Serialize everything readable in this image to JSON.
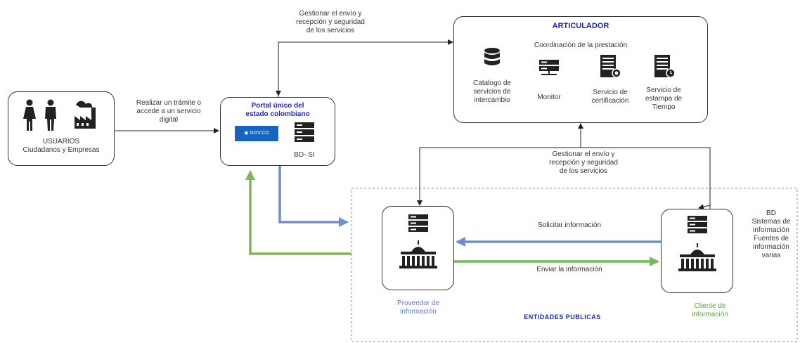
{
  "usuarios": {
    "title": "USUARIOS",
    "subtitle": "Ciudadanos y Empresas"
  },
  "edge_usuarios_portal": {
    "lines": [
      "Realizar un trámite o",
      "accede a un servicio",
      "digital"
    ]
  },
  "portal": {
    "title_lines": [
      "Portal único del",
      "estado colombiano"
    ],
    "gov_label": "GOV.CO",
    "db_label": "BD- SI"
  },
  "edge_portal_articulador": {
    "lines": [
      "Gestionar el envío y",
      "recepción y seguridad",
      "de los servicios"
    ]
  },
  "articulador": {
    "title": "ARTICULADOR",
    "subtitle": "Coordinación  de la prestación",
    "services": [
      {
        "lines": [
          "Catalogo de",
          "servicios de",
          "intercambio"
        ],
        "icon": "database-icon"
      },
      {
        "lines": [
          "Monitor"
        ],
        "icon": "server-icon"
      },
      {
        "lines": [
          "Servicio de",
          "certificación"
        ],
        "icon": "certificate-server-icon"
      },
      {
        "lines": [
          "Servicio de",
          "estampa de",
          "Tiempo"
        ],
        "icon": "timestamp-server-icon"
      }
    ]
  },
  "edge_entidades_articulador": {
    "lines": [
      "Gestionar el envío y",
      "recepción y seguridad",
      "de los servicios"
    ]
  },
  "entidades": {
    "label": "ENTIDADES PUBLICAS"
  },
  "proveedor": {
    "lines": [
      "Proveedor de",
      "información"
    ]
  },
  "cliente": {
    "lines": [
      "Cliente de",
      "información"
    ]
  },
  "flows": {
    "solicitar": "Solicitar información",
    "enviar": "Enviar la información"
  },
  "bd_sistemas": {
    "lines": [
      "BD",
      "Sistemas de",
      "información",
      "Fuentes de",
      "información",
      "varias"
    ]
  },
  "colors": {
    "blue_flow": "#6e8fc9",
    "green_flow": "#7db65a",
    "title_blue": "#1f2a9a",
    "gov_blue": "#1565c0",
    "proveedor_text": "#5b7fc4",
    "cliente_text": "#59a63a"
  }
}
